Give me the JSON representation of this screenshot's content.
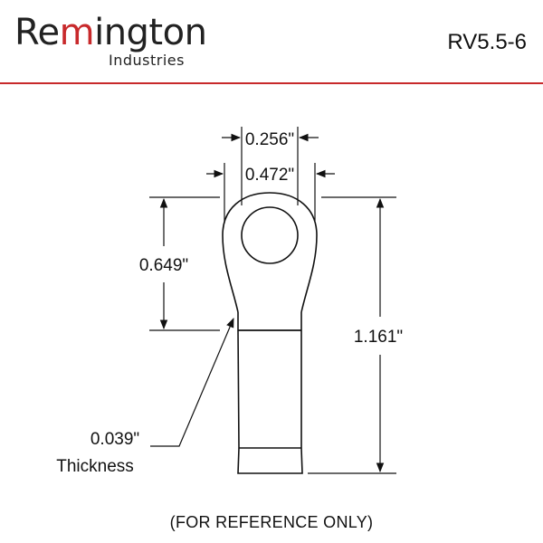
{
  "header": {
    "brand_prefix": "Re",
    "brand_accent": "m",
    "brand_suffix": "ington",
    "brand_sub": "Industries",
    "part_number": "RV5.5-6",
    "accent_color": "#c8292b"
  },
  "drawing": {
    "dim_stud": "0.256\"",
    "dim_ring_width": "0.472\"",
    "dim_ring_length": "0.649\"",
    "dim_overall_length": "1.161\"",
    "thickness_value": "0.039\"",
    "thickness_label": "Thickness"
  },
  "footer": {
    "note": "(FOR REFERENCE ONLY)"
  }
}
